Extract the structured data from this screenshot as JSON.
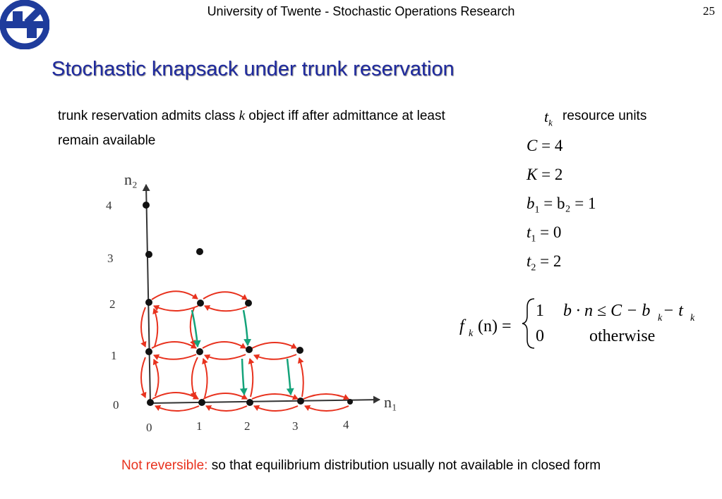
{
  "header": {
    "title": "University of Twente - Stochastic Operations Research",
    "page_number": "25"
  },
  "slide": {
    "title": "Stochastic knapsack under trunk reservation",
    "text": {
      "line1_before": "trunk reservation admits class ",
      "line1_var": "k",
      "line1_middle": " object iff after admittance at least",
      "tk_var": "t",
      "tk_sub": "k",
      "line1_after": "resource units",
      "line2": "remain available"
    },
    "params": [
      {
        "var": "C",
        "sub": "",
        "rest": " = 4"
      },
      {
        "var": "K",
        "sub": "",
        "rest": " = 2"
      },
      {
        "var": "b",
        "sub": "1",
        "rest": " = b₂ = 1"
      },
      {
        "var": "t",
        "sub": "1",
        "rest": " = 0"
      },
      {
        "var": "t",
        "sub": "2",
        "rest": " = 2"
      }
    ],
    "formula": {
      "lhs": "f",
      "lhs_sub": "k",
      "lhs_arg": "(n) =",
      "case1_value": "1",
      "case1_condition": "b · n ≤ C − b",
      "case1_sub1": "k",
      "case1_tail": " − t",
      "case1_sub2": "k",
      "case2_value": "0",
      "case2_condition": "otherwise"
    },
    "footer": {
      "highlight": "Not reversible:",
      "text": " so that equilibrium distribution usually not available in closed form"
    }
  },
  "diagram": {
    "y_axis_label": "n₂",
    "x_axis_label": "n₁",
    "y_ticks": [
      "4",
      "3",
      "2",
      "1",
      "0"
    ],
    "x_ticks": [
      "0",
      "1",
      "2",
      "3",
      "4"
    ],
    "colors": {
      "states": "#111111",
      "transitions": "#e8321e",
      "blocked_transitions": "#14a37a",
      "title": "#1f2a9e",
      "footer_highlight": "#e8321e",
      "logo": "#1f3c9c"
    }
  }
}
